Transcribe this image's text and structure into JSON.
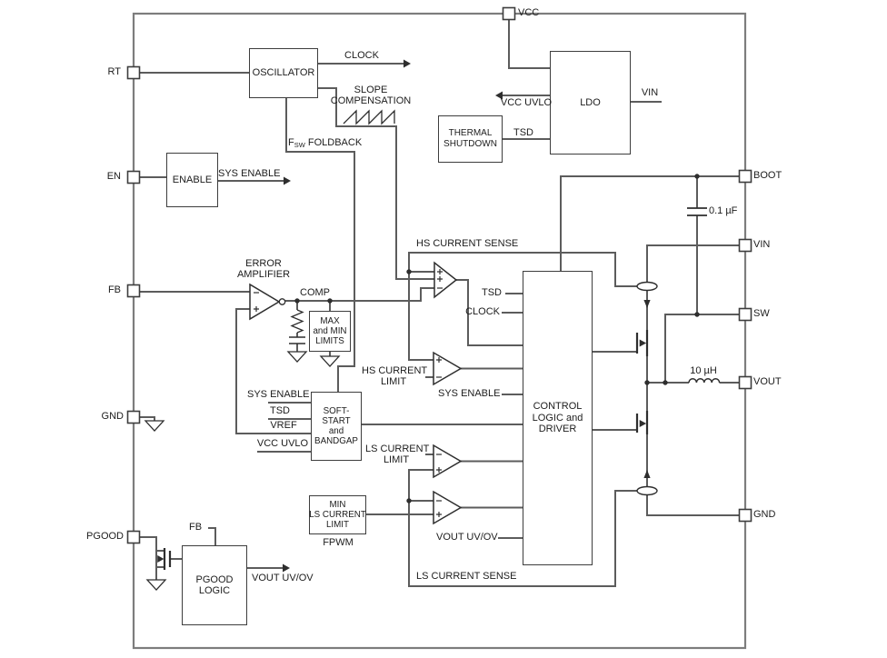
{
  "pins": {
    "vcc": "VCC",
    "rt": "RT",
    "en": "EN",
    "fb": "FB",
    "gnd_left": "GND",
    "pgood": "PGOOD",
    "boot": "BOOT",
    "vin": "VIN",
    "sw": "SW",
    "vout": "VOUT",
    "gnd_right": "GND"
  },
  "blocks": {
    "oscillator": {
      "label": "OSCILLATOR"
    },
    "enable": {
      "label": "ENABLE"
    },
    "thermal_shutdown": {
      "lines": [
        "THERMAL",
        "SHUTDOWN"
      ]
    },
    "ldo": {
      "label": "LDO"
    },
    "max_min_limits": {
      "lines": [
        "MAX",
        "and MIN",
        "LIMITS"
      ]
    },
    "soft_start_bandgap": {
      "lines": [
        "SOFT-",
        "START",
        "and",
        "BANDGAP"
      ]
    },
    "min_ls_current_limit": {
      "lines": [
        "MIN",
        "LS CURRENT",
        "LIMIT"
      ]
    },
    "control_logic": {
      "lines": [
        "CONTROL",
        "LOGIC and",
        "DRIVER"
      ]
    },
    "pgood_logic": {
      "lines": [
        "PGOOD",
        "LOGIC"
      ]
    }
  },
  "signals": {
    "clock_top": "CLOCK",
    "slope_compensation": [
      "SLOPE",
      "COMPENSATION"
    ],
    "fsw_foldback": {
      "prefix": "F",
      "sub": "SW",
      "rest": " FOLDBACK"
    },
    "sys_enable_out": "SYS ENABLE",
    "vcc_uvlo_out": "VCC UVLO",
    "ldo_vin": "VIN",
    "tsd_ldo": "TSD",
    "error_amplifier": [
      "ERROR",
      "AMPLIFIER"
    ],
    "comp": "COMP",
    "hs_current_sense": "HS CURRENT SENSE",
    "tsd_ctrl": "TSD",
    "clock_ctrl": "CLOCK",
    "hs_current_limit": [
      "HS CURRENT",
      "LIMIT"
    ],
    "sys_enable_ctrl": "SYS ENABLE",
    "soft_start_inputs": [
      "SYS ENABLE",
      "TSD",
      "VREF",
      "VCC UVLO"
    ],
    "ls_current_limit": [
      "LS CURRENT",
      "LIMIT"
    ],
    "fpwm": "FPWM",
    "vout_uvov_ctrl": "VOUT UV/OV",
    "ls_current_sense": "LS CURRENT SENSE",
    "pgood_fb": "FB",
    "pgood_out": "VOUT UV/OV"
  },
  "components": {
    "boot_cap": "0.1 µF",
    "inductor": "10 µH"
  },
  "colors": {
    "wire": "#5c5c5c",
    "border": "#7d7d7d",
    "symbol": "#2e2e2e",
    "text": "#1c1c1c",
    "background": "#ffffff"
  }
}
